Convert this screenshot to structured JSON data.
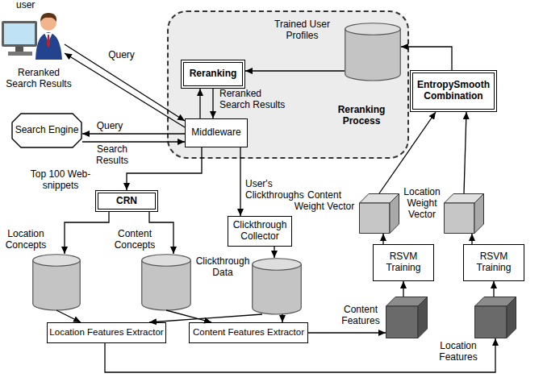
{
  "diagram": {
    "nodes": [
      {
        "text": [
          "user"
        ]
      },
      {
        "text": [
          "Reranking Process"
        ]
      },
      {
        "text": [
          "Reranking"
        ],
        "in": 1
      },
      {
        "text": [
          "Middleware"
        ],
        "in": 1
      },
      {
        "text": [
          "Trained User Profiles"
        ],
        "in": 1
      },
      {
        "text": [
          "Search Engine"
        ]
      },
      {
        "text": [
          "EntropySmooth Combination"
        ]
      },
      {
        "text": [
          "CRN"
        ]
      },
      {
        "text": [
          "Clickthrough Collector"
        ]
      },
      {
        "text": [
          "Location Concepts"
        ]
      },
      {
        "text": [
          "Content Concepts"
        ]
      },
      {
        "text": [
          "Clickthrough Data"
        ]
      },
      {
        "text": [
          "Content Weight Vector"
        ]
      },
      {
        "text": [
          "Location Weight Vector"
        ]
      },
      {
        "text": [
          "RSVM Training"
        ]
      },
      {
        "text": [
          "RSVM Training"
        ]
      },
      {
        "text": [
          "Content Features"
        ]
      },
      {
        "text": [
          "Location Features"
        ]
      },
      {
        "text": [
          "Location Features Extractor"
        ]
      },
      {
        "text": [
          "Content Features Extractor"
        ]
      }
    ],
    "edges": [
      {
        "from": 0,
        "to": 3,
        "label": "Query",
        "arrow": "to"
      },
      {
        "from": 3,
        "to": 0,
        "label": "Reranked Search Results",
        "arrow": "to"
      },
      {
        "from": 3,
        "to": 5,
        "label": "Query",
        "arrow": "to"
      },
      {
        "from": 5,
        "to": 3,
        "label": "Search Results",
        "arrow": "to"
      },
      {
        "from": 3,
        "to": 2,
        "arrow": "to"
      },
      {
        "from": 2,
        "to": 3,
        "label": "Reranked Search Results",
        "arrow": "to"
      },
      {
        "from": 4,
        "to": 2,
        "arrow": "to"
      },
      {
        "from": 3,
        "to": 7,
        "label": "Top 100 Web-snippets",
        "arrow": "to"
      },
      {
        "from": 3,
        "to": 8,
        "label": "User's Clickthroughs",
        "arrow": "to"
      },
      {
        "from": 7,
        "to": 9,
        "arrow": "to"
      },
      {
        "from": 7,
        "to": 10,
        "arrow": "to"
      },
      {
        "from": 8,
        "to": 11,
        "arrow": "to"
      },
      {
        "from": 9,
        "to": 18,
        "arrow": "to"
      },
      {
        "from": 10,
        "to": 19,
        "arrow": "to"
      },
      {
        "from": 11,
        "to": 18,
        "arrow": "to"
      },
      {
        "from": 11,
        "to": 19,
        "arrow": "to"
      },
      {
        "from": 19,
        "to": 16,
        "arrow": "to"
      },
      {
        "from": 18,
        "to": 17,
        "arrow": "to"
      },
      {
        "from": 16,
        "to": 14,
        "arrow": "to"
      },
      {
        "from": 17,
        "to": 15,
        "arrow": "to"
      },
      {
        "from": 14,
        "to": 12,
        "arrow": "to"
      },
      {
        "from": 15,
        "to": 13,
        "arrow": "to"
      },
      {
        "from": 12,
        "to": 6,
        "arrow": "to"
      },
      {
        "from": 13,
        "to": 6,
        "arrow": "to"
      },
      {
        "from": 6,
        "to": 4,
        "arrow": "to"
      }
    ]
  }
}
